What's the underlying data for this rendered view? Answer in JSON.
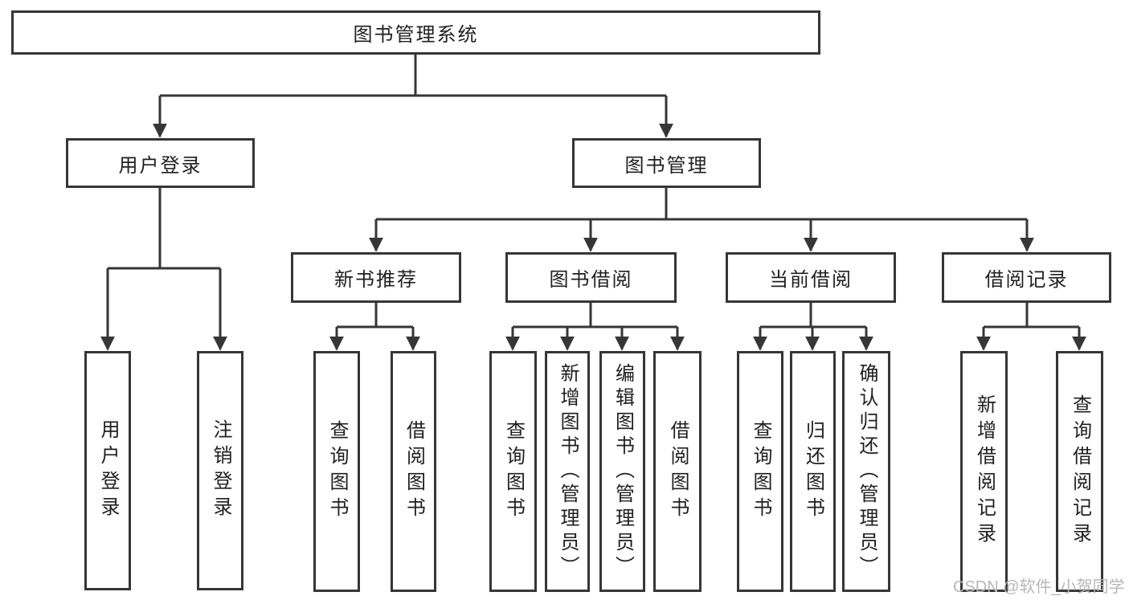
{
  "diagram_title": "图书管理系统",
  "tree": {
    "label": "图书管理系统",
    "children": [
      {
        "label": "用户登录",
        "children": [
          {
            "label": "用户登录"
          },
          {
            "label": "注销登录"
          }
        ]
      },
      {
        "label": "图书管理",
        "children": [
          {
            "label": "新书推荐",
            "children": [
              {
                "label": "查询图书"
              },
              {
                "label": "借阅图书"
              }
            ]
          },
          {
            "label": "图书借阅",
            "children": [
              {
                "label": "查询图书"
              },
              {
                "label": "新增图书（管理员）"
              },
              {
                "label": "编辑图书（管理员）"
              },
              {
                "label": "借阅图书"
              }
            ]
          },
          {
            "label": "当前借阅",
            "children": [
              {
                "label": "查询图书"
              },
              {
                "label": "归还图书"
              },
              {
                "label": "确认归还（管理员）"
              }
            ]
          },
          {
            "label": "借阅记录",
            "children": [
              {
                "label": "新增借阅记录"
              },
              {
                "label": "查询借阅记录"
              }
            ]
          }
        ]
      }
    ]
  },
  "watermark": "CSDN @软件_小贺同学",
  "colors": {
    "line": "#363636",
    "box_border": "#363636",
    "box_background": "#ffffff",
    "text": "#1f1f1f",
    "watermark": "#b7b7b7"
  }
}
